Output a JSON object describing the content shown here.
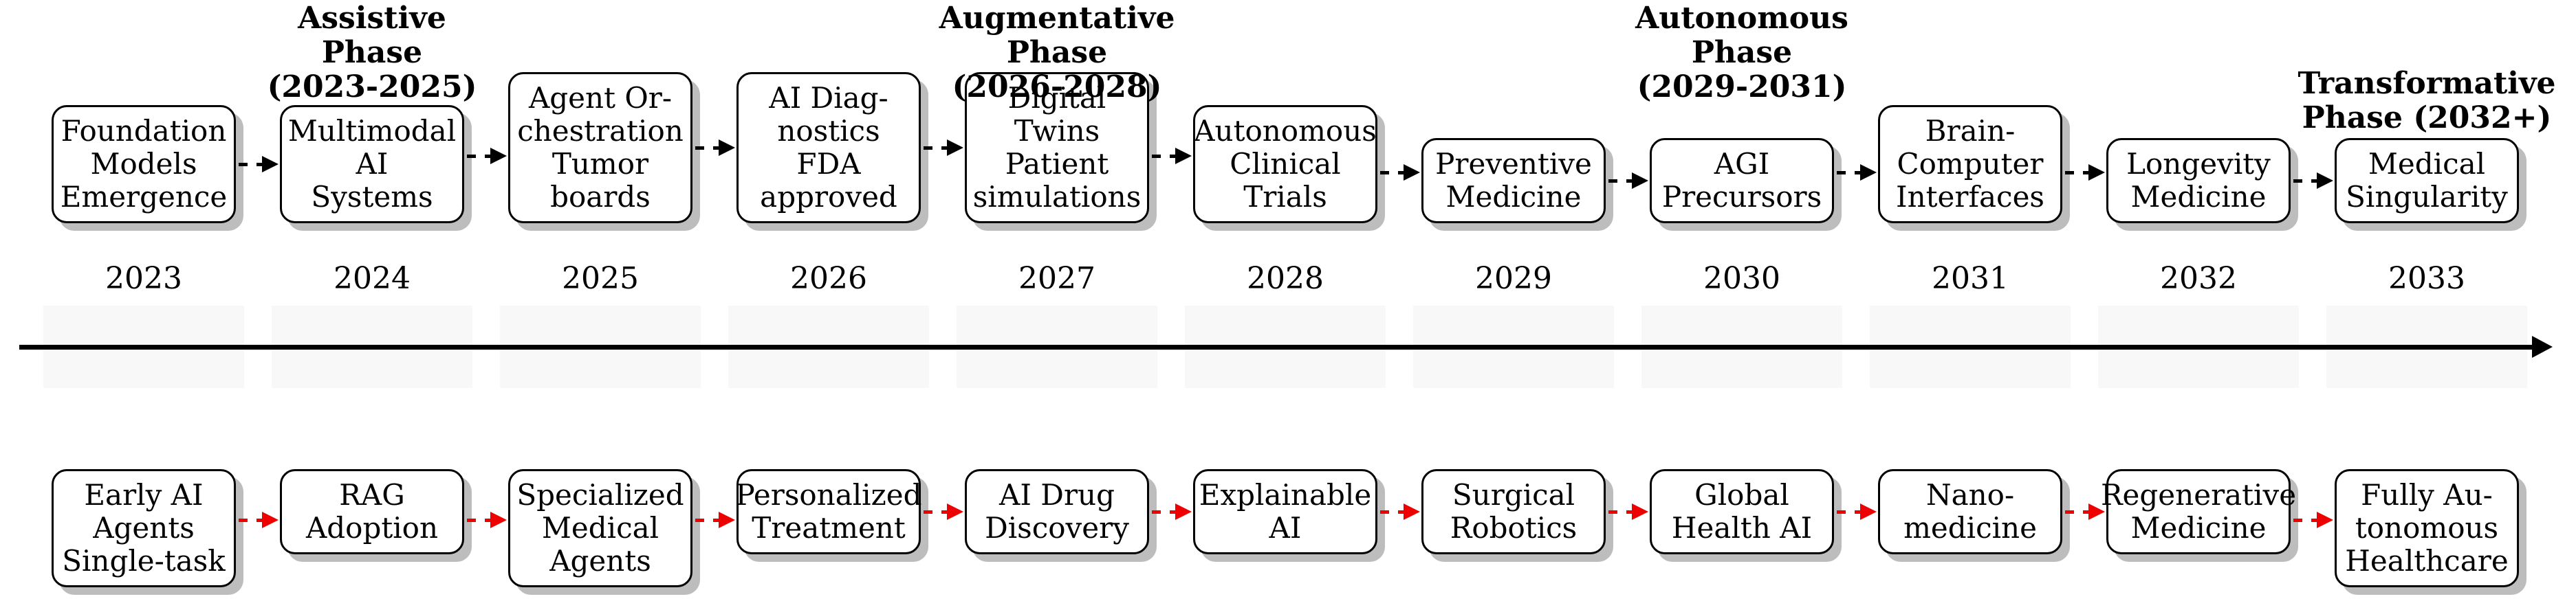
{
  "diagram": {
    "description": "AI in healthcare adoption timeline 2023-2033",
    "columns": [
      {
        "year": "2023",
        "top_lines": [
          "Foundation",
          "Models",
          "Emergence"
        ],
        "bottom_lines": [
          "Early AI",
          "Agents",
          "Single-task"
        ]
      },
      {
        "year": "2024",
        "top_lines": [
          "Multimodal",
          "AI",
          "Systems"
        ],
        "bottom_lines": [
          "RAG",
          "Adoption"
        ]
      },
      {
        "year": "2025",
        "top_lines": [
          "Agent Or-",
          "chestration",
          "Tumor",
          "boards"
        ],
        "bottom_lines": [
          "Specialized",
          "Medical",
          "Agents"
        ]
      },
      {
        "year": "2026",
        "top_lines": [
          "AI Diag-",
          "nostics",
          "FDA",
          "approved"
        ],
        "bottom_lines": [
          "Personalized",
          "Treatment"
        ]
      },
      {
        "year": "2027",
        "top_lines": [
          "Digital",
          "Twins",
          "Patient",
          "simulations"
        ],
        "bottom_lines": [
          "AI Drug",
          "Discovery"
        ]
      },
      {
        "year": "2028",
        "top_lines": [
          "Autonomous",
          "Clinical",
          "Trials"
        ],
        "bottom_lines": [
          "Explainable",
          "AI"
        ]
      },
      {
        "year": "2029",
        "top_lines": [
          "Preventive",
          "Medicine"
        ],
        "bottom_lines": [
          "Surgical",
          "Robotics"
        ]
      },
      {
        "year": "2030",
        "top_lines": [
          "AGI",
          "Precursors"
        ],
        "bottom_lines": [
          "Global",
          "Health AI"
        ]
      },
      {
        "year": "2031",
        "top_lines": [
          "Brain-",
          "Computer",
          "Interfaces"
        ],
        "bottom_lines": [
          "Nano-",
          "medicine"
        ]
      },
      {
        "year": "2032",
        "top_lines": [
          "Longevity",
          "Medicine"
        ],
        "bottom_lines": [
          "Regenerative",
          "Medicine"
        ]
      },
      {
        "year": "2033",
        "top_lines": [
          "Medical",
          "Singularity"
        ],
        "bottom_lines": [
          "Fully Au-",
          "tonomous",
          "Healthcare"
        ]
      }
    ],
    "phases": [
      {
        "lines": [
          "Assistive",
          "Phase",
          "(2023-2025)"
        ],
        "column_index": 1
      },
      {
        "lines": [
          "Augmentative",
          "Phase",
          "(2026-2028)"
        ],
        "column_index": 4
      },
      {
        "lines": [
          "Autonomous",
          "Phase",
          "(2029-2031)"
        ],
        "column_index": 7
      },
      {
        "lines": [
          "Transformative",
          "Phase (2032+)"
        ],
        "column_index": 10
      }
    ],
    "colors": {
      "top_arrow": "#000000",
      "bottom_arrow": "#ee0000",
      "band": "#f8f8f8",
      "box_border": "#000000",
      "box_fill": "#ffffff",
      "shadow": "#bdbdbd",
      "axis": "#000000",
      "text": "#000000"
    }
  }
}
